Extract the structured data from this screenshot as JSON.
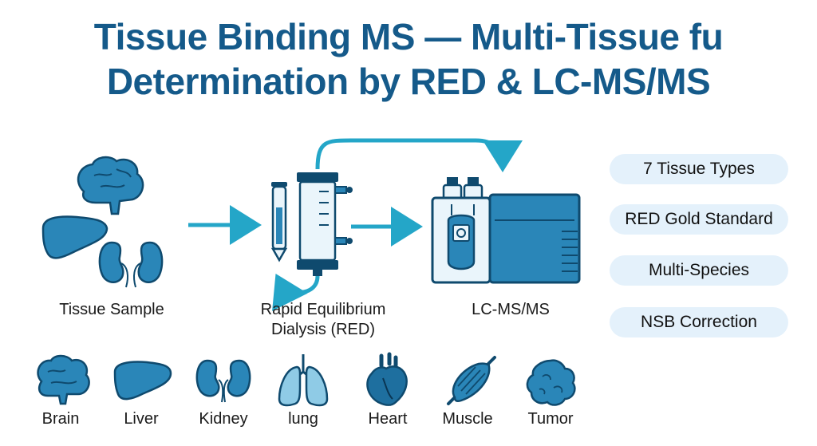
{
  "title": {
    "line1": "Tissue Binding MS — Multi-Tissue fu",
    "line2": "Determination by RED & LC-MS/MS"
  },
  "workflow": {
    "steps": [
      {
        "label": "Tissue Sample",
        "icon": "tissue-organs-icon"
      },
      {
        "label_line1": "Rapid Equilibrium",
        "label_line2": "Dialysis (RED)",
        "icon": "red-dialysis-device-icon"
      },
      {
        "label": "LC-MS/MS",
        "icon": "lc-ms-instrument-icon"
      }
    ]
  },
  "features": [
    "7 Tissue Types",
    "RED Gold Standard",
    "Multi-Species",
    "NSB Correction"
  ],
  "tissues": [
    {
      "label": "Brain",
      "icon": "brain-icon"
    },
    {
      "label": "Liver",
      "icon": "liver-icon"
    },
    {
      "label": "Kidney",
      "icon": "kidney-icon"
    },
    {
      "label": "lung",
      "icon": "lung-icon"
    },
    {
      "label": "Heart",
      "icon": "heart-icon"
    },
    {
      "label": "Muscle",
      "icon": "muscle-icon"
    },
    {
      "label": "Tumor",
      "icon": "tumor-icon"
    }
  ],
  "colors": {
    "title": "#155a8a",
    "icon_fill": "#2a86b8",
    "icon_stroke": "#0f4a6e",
    "arrow": "#24a6c8",
    "pill_bg": "#e4f1fb"
  }
}
